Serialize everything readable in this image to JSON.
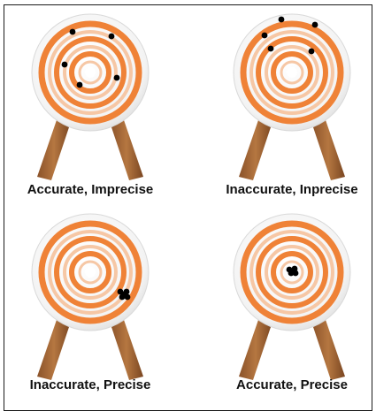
{
  "colors": {
    "ring_orange": "#ee7b2c",
    "ring_light": "#f6c4a0",
    "face_white": "#f4f4f4",
    "face_edge": "#d9d9d9",
    "leg_brown": "#a86a3a",
    "leg_dark": "#7c4a24",
    "dot": "#000000",
    "text": "#111111"
  },
  "targets": [
    {
      "caption": "Accurate, Imprecise",
      "hits": [
        [
          -20,
          -46
        ],
        [
          24,
          -41
        ],
        [
          -29,
          -9
        ],
        [
          -12,
          14
        ],
        [
          30,
          6
        ]
      ]
    },
    {
      "caption": "Inaccurate, Inprecise",
      "hits": [
        [
          -12,
          -60
        ],
        [
          26,
          -54
        ],
        [
          -31,
          -42
        ],
        [
          -24,
          -27
        ],
        [
          22,
          -24
        ]
      ]
    },
    {
      "caption": "Inaccurate, Precise",
      "hits": [
        [
          34,
          22
        ],
        [
          41,
          22
        ],
        [
          36,
          28
        ],
        [
          42,
          28
        ],
        [
          38,
          25
        ]
      ]
    },
    {
      "caption": "Accurate, Precise",
      "hits": [
        [
          -3,
          -3
        ],
        [
          3,
          -4
        ],
        [
          -1,
          1
        ],
        [
          4,
          1
        ],
        [
          0,
          -1
        ]
      ]
    }
  ]
}
